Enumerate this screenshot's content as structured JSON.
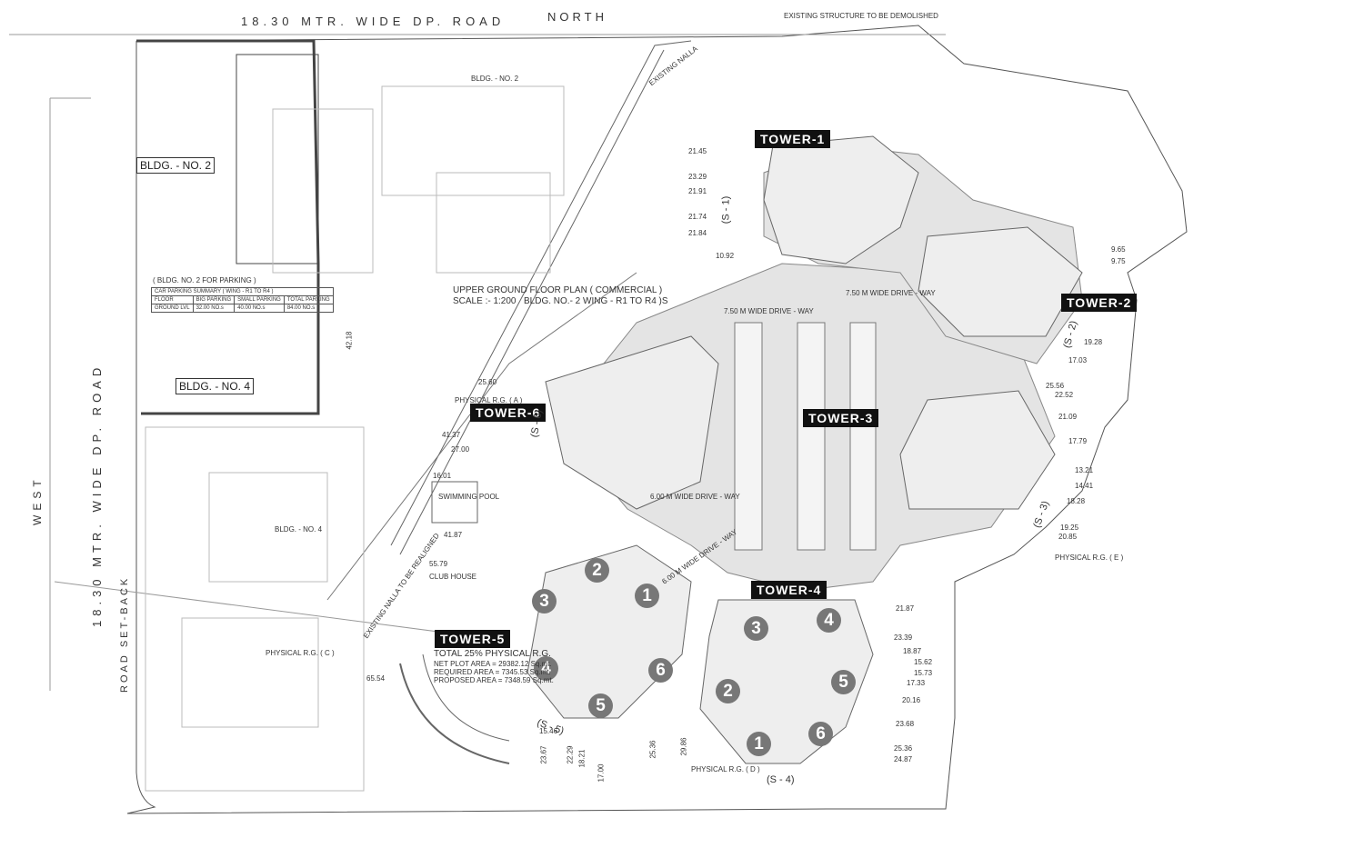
{
  "roads": {
    "north_road": "18.30  MTR.  WIDE  DP.  ROAD",
    "north": "NORTH",
    "west_road": "18.30  MTR.  WIDE  DP.  ROAD",
    "west": "WEST",
    "setback": "ROAD SET-BACK"
  },
  "notes": {
    "demolish": "EXISTING STRUCTURE TO BE DEMOLISHED",
    "existing_nalla": "EXISTING NALLA",
    "existing_nalla_2": "EXISTING NALLA TO BE REALIGNED",
    "club_house": "CLUB HOUSE",
    "swimming_pool": "SWIMMING POOL"
  },
  "buildings": {
    "bldg2": "BLDG. - NO. 2",
    "bldg4": "BLDG. - NO. 4",
    "bldg2_parking": "( BLDG. NO. 2 FOR PARKING )",
    "bldg2_title": "BLDG. - NO. 2",
    "bldg4_title": "BLDG. - NO. 4",
    "ug_plan": "UPPER GROUND FLOOR PLAN ( COMMERCIAL )",
    "scale": "SCALE :- 1:200",
    "wing": "BLDG. NO.- 2   WING - R1 TO R4 )S"
  },
  "parking_summary": {
    "title": "CAR PARKING SUMMARY ( WING - R1 TO R4 )",
    "headers": [
      "FLOOR",
      "BIG PARKING",
      "SMALL PARKING",
      "TOTAL PARKING"
    ],
    "rows": [
      [
        "GROUND LVL",
        "32.00 NO.s",
        "40.00 NO.s",
        "84.00 NO.s"
      ]
    ]
  },
  "towers": [
    "TOWER-1",
    "TOWER-2",
    "TOWER-3",
    "TOWER-4",
    "TOWER-5",
    "TOWER-6"
  ],
  "markers": {
    "tower5": [
      "1",
      "2",
      "3",
      "4",
      "5",
      "6"
    ],
    "tower4": [
      "1",
      "2",
      "3",
      "4",
      "5",
      "6"
    ]
  },
  "sections": [
    "(S - 1)",
    "(S - 2)",
    "(S - 3)",
    "(S - 4)",
    "(S - 5)",
    "(S - 6)"
  ],
  "rg": {
    "physical_rg_a": "PHYSICAL R.G. ( A )",
    "physical_rg_c": "PHYSICAL R.G. ( C )",
    "physical_rg_e": "PHYSICAL R.G. ( E )",
    "physical_rg_d": "PHYSICAL R.G. ( D )",
    "total": "TOTAL 25% PHYSICAL R.G.",
    "net_plot": "NET PLOT AREA      =  29382.12 Sq.mt.",
    "required": "REQUIRED AREA   =  7345.53 Sq.mt.",
    "proposed": "PROPOSED AREA  =  7348.59 Sq.mt."
  },
  "drives": {
    "d1": "7.50 M WIDE DRIVE - WAY",
    "d2": "7.50 M WIDE DRIVE - WAY",
    "d3": "6.00 M WIDE DRIVE - WAY",
    "d4": "6.00 M WIDE DRIVE - WAY"
  },
  "dimensions": [
    "25.60",
    "41.37",
    "21.45",
    "23.29",
    "21.91",
    "21.74",
    "21.84",
    "10.92",
    "9.65",
    "9.75",
    "19.28",
    "17.03",
    "25.56",
    "22.52",
    "21.09",
    "17.79",
    "13.21",
    "14.41",
    "18.28",
    "19.25",
    "20.85",
    "21.87",
    "23.39",
    "18.87",
    "15.62",
    "15.73",
    "17.33",
    "20.16",
    "23.68",
    "25.36",
    "24.87",
    "15.46",
    "23.67",
    "22.29",
    "18.21",
    "17.00",
    "29.86",
    "25.36",
    "42.18",
    "65.54",
    "55.79",
    "41.87",
    "27.00",
    "16.01"
  ]
}
